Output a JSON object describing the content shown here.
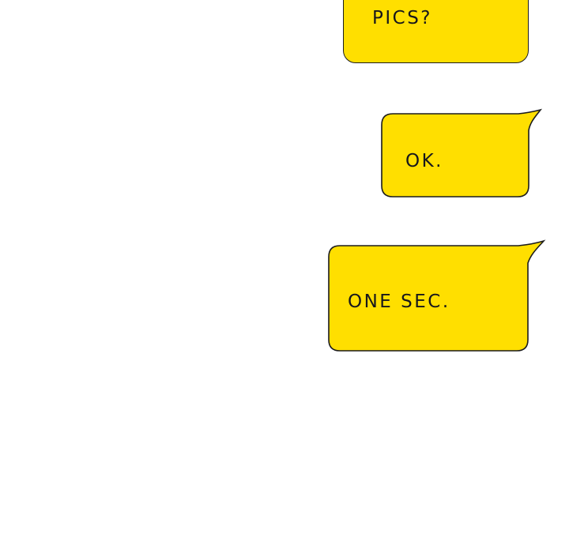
{
  "panel": {
    "type": "comic-speech-panel",
    "background": "#FFFFFF"
  },
  "colors": {
    "bubble_fill": "#FFDF00",
    "bubble_stroke": "#1C1C1C",
    "text": "#17171C",
    "panel_bg": "#FFFFFF"
  },
  "bubbles": [
    {
      "text": "PICS?",
      "tail": "none",
      "clipped": "top edge of panel"
    },
    {
      "text": "OK.",
      "tail": "top-right",
      "clipped": "none"
    },
    {
      "text": "ONE SEC.",
      "tail": "top-right",
      "clipped": "none"
    }
  ]
}
